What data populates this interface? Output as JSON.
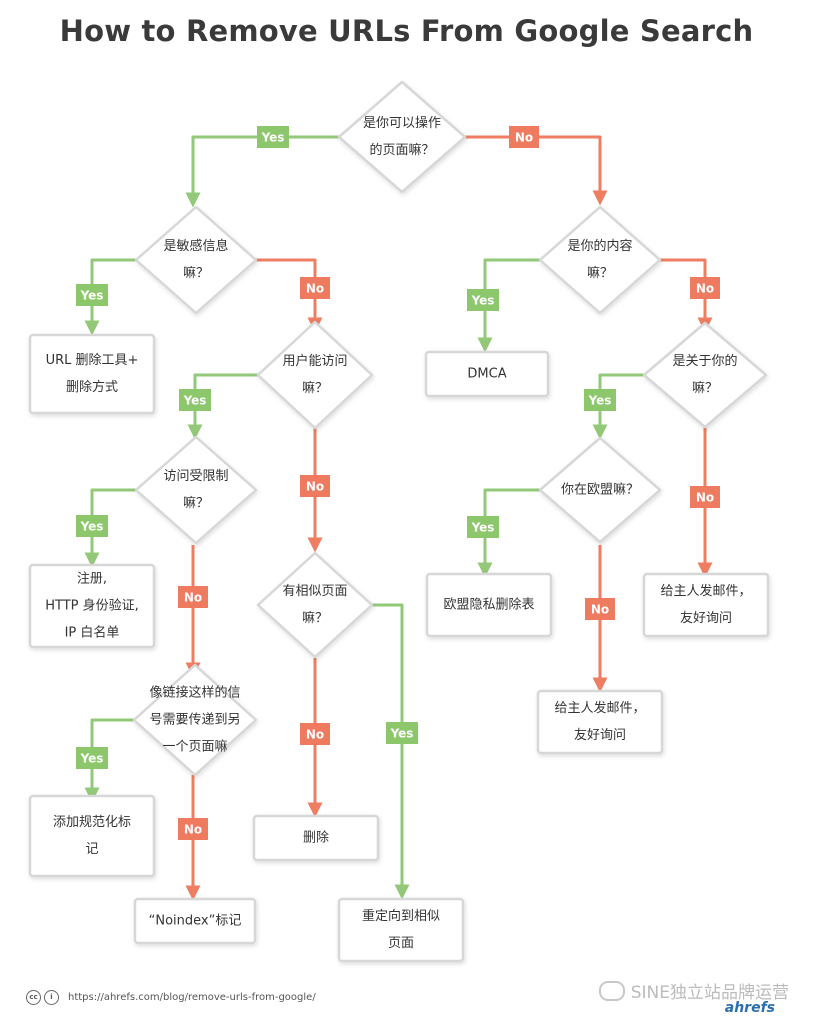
{
  "title": "How to Remove URLs From Google Search",
  "colors": {
    "yes": "#8cc86b",
    "no": "#ee7a5f",
    "yes_line": "#92c878",
    "no_line": "#ee7d62",
    "border": "#d7d7d7"
  },
  "badges": {
    "yes": "Yes",
    "no": "No"
  },
  "nodes": {
    "q_control": [
      "是你可以操作",
      "的页面嘛？"
    ],
    "q_sensitive": [
      "是敏感信息",
      "嘛？"
    ],
    "q_your_content": [
      "是你的内容",
      "嘛？"
    ],
    "q_user_access": [
      "用户能访问",
      "嘛？"
    ],
    "q_about_you": [
      "是关于你的",
      "嘛？"
    ],
    "q_restricted": [
      "访问受限制",
      "嘛？"
    ],
    "q_eu": [
      "你在欧盟嘛？"
    ],
    "q_similar": [
      "有相似页面",
      "嘛？"
    ],
    "q_signals": [
      "像链接这样的信",
      "号需要传递到另",
      "一个页面嘛"
    ],
    "a_url_tool": [
      "URL 删除工具+",
      "删除方式"
    ],
    "a_dmca": [
      "DMCA"
    ],
    "a_login": [
      "注册,",
      "HTTP 身份验证,",
      "IP 白名单"
    ],
    "a_eu_form": [
      "欧盟隐私删除表"
    ],
    "a_email_owner": [
      "给主人发邮件，",
      "友好询问"
    ],
    "a_email_owner_2": [
      "给主人发邮件，",
      "友好询问"
    ],
    "a_canonical": [
      "添加规范化标",
      "记"
    ],
    "a_noindex": [
      "“Noindex”标记"
    ],
    "a_delete": [
      "删除"
    ],
    "a_redirect": [
      "重定向到相似",
      "页面"
    ]
  },
  "footer": {
    "cc_icons": [
      "cc-icon",
      "attribution-icon"
    ],
    "url": "https://ahrefs.com/blog/remove-urls-from-google/"
  },
  "watermark": {
    "text": "SINE独立站品牌运营",
    "brand": "ahrefs",
    "icon": "wechat-icon"
  }
}
